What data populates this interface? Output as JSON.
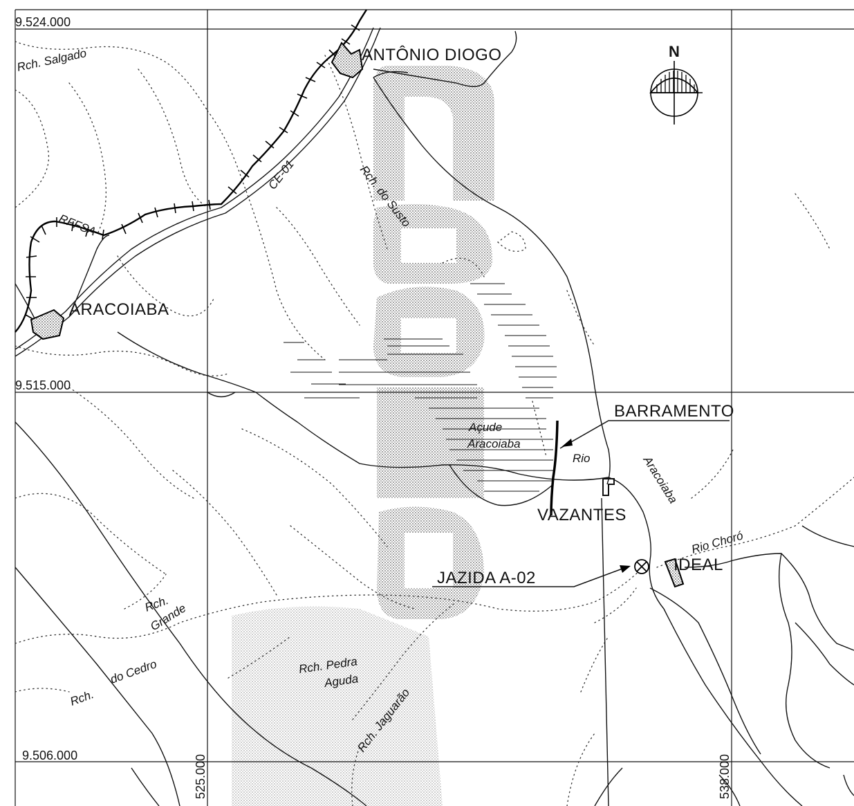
{
  "places": {
    "antonio_diogo": "ANTÔNIO DIOGO",
    "aracoiaba": "ARACOIABA",
    "vazantes": "VAZANTES",
    "ideal": "IDEAL",
    "barramento": "BARRAMENTO",
    "jazida": "JAZIDA A-02"
  },
  "water": {
    "rch_salgado": "Rch. Salgado",
    "rch_do_susto": "Rch. do Susto",
    "acude": "Açude",
    "aracoiaba_lake": "Aracoiaba",
    "rio": "Rio",
    "aracoiaba_river": "Aracoiaba",
    "rio_choro": "Rio Choró",
    "rch": "Rch.",
    "grande": "Grande",
    "rch_do_cedro_1": "Rch.",
    "rch_do_cedro_2": "do Cedro",
    "rch_pedra_1": "Rch. Pedra",
    "rch_pedra_2": "Aguda",
    "rch_jaguarao": "Rch. Jaguarão"
  },
  "transport": {
    "highway": "CE-01",
    "railway": "RFFSA"
  },
  "coordinates": {
    "n1": "9.524.000",
    "n2": "9.515.000",
    "n3": "9.506.000",
    "e1": "525.000",
    "e2": "538.000"
  },
  "north_arrow": "N",
  "colors": {
    "ink": "#111111",
    "watermark": "#c8c8c8"
  },
  "icons": [
    "north-arrow-icon",
    "jazida-marker-icon",
    "dam-icon"
  ]
}
